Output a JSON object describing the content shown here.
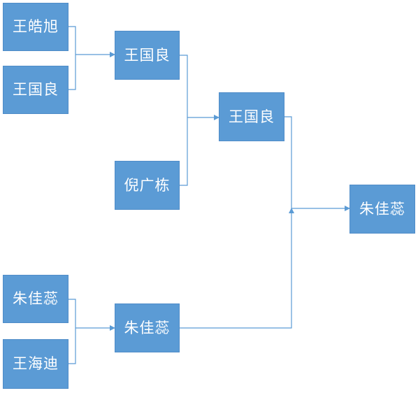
{
  "diagram": {
    "round1": [
      {
        "label": "王皓旭"
      },
      {
        "label": "王国良"
      },
      {
        "label": "朱佳蕊"
      },
      {
        "label": "王海迪"
      }
    ],
    "round2": [
      {
        "label": "王国良"
      },
      {
        "label": "倪广栋"
      },
      {
        "label": "朱佳蕊"
      }
    ],
    "round3": [
      {
        "label": "王国良"
      }
    ],
    "final": {
      "label": "朱佳蕊"
    }
  },
  "colors": {
    "node_fill": "#5b9bd5",
    "node_border": "#4f8cc8",
    "node_text": "#ffffff",
    "connector": "#5b9bd5"
  }
}
